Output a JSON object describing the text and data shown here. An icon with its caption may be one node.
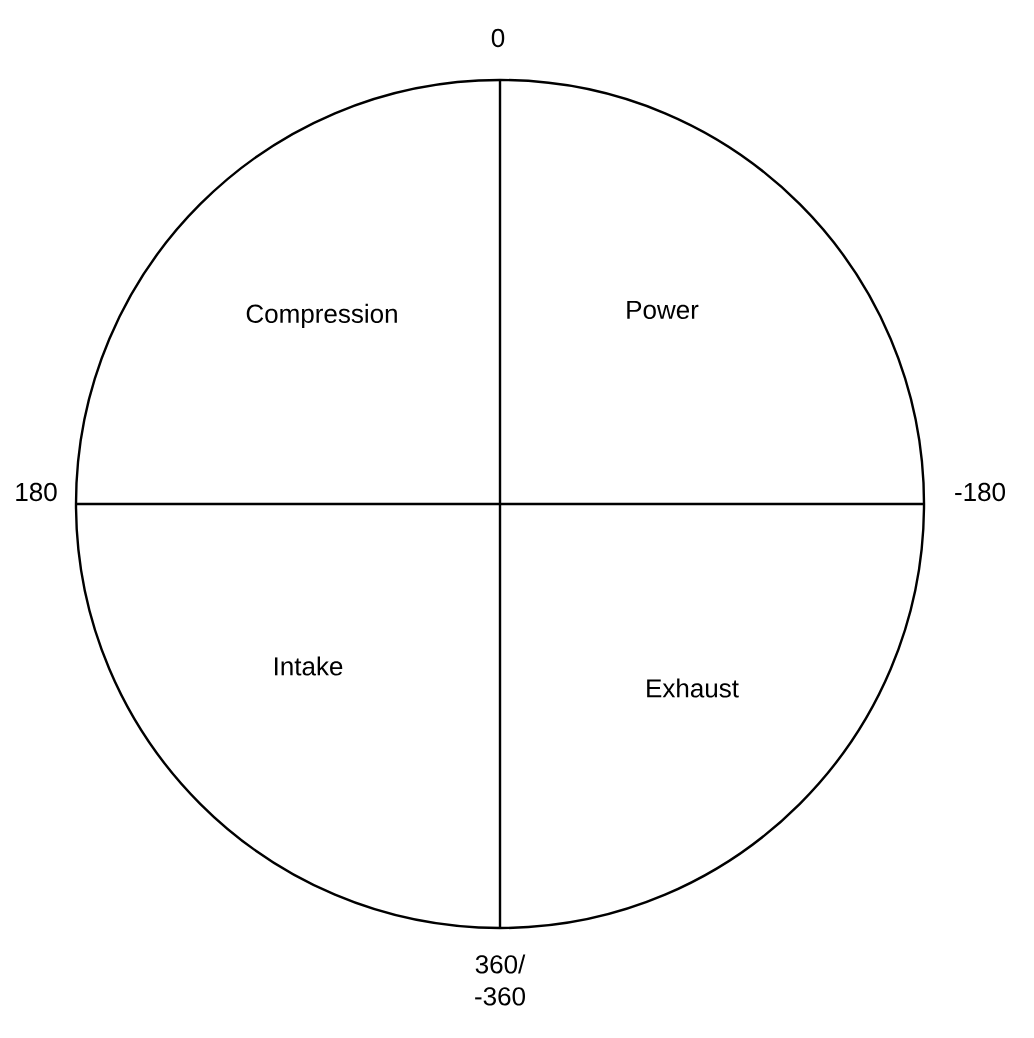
{
  "diagram": {
    "labels": [
      "0",
      "Compression",
      "Power",
      "180",
      "-180",
      "Intake",
      "Exhaust",
      "360/ -360"
    ]
  }
}
